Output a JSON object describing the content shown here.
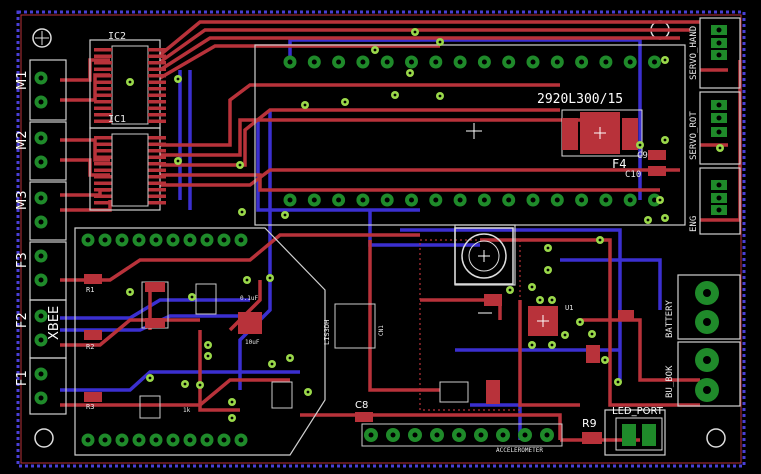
{
  "colors": {
    "background": "#000000",
    "top_trace": "#b8323a",
    "bottom_trace": "#3b2fd0",
    "pad": "#1f8a2a",
    "silkscreen": "#e8e8e8",
    "via": "#9ad84a",
    "outline": "#d0d0d0"
  },
  "connectors_left": [
    {
      "label": "M1",
      "name": "connector-m1"
    },
    {
      "label": "M2",
      "name": "connector-m2"
    },
    {
      "label": "M3",
      "name": "connector-m3"
    },
    {
      "label": "F3",
      "name": "connector-f3"
    },
    {
      "label": "F2",
      "name": "connector-f2"
    },
    {
      "label": "F1",
      "name": "connector-f1"
    }
  ],
  "connectors_right": [
    {
      "label": "SERVO_HAND",
      "name": "connector-servo-hand"
    },
    {
      "label": "SERVO_ROT",
      "name": "connector-servo-rot"
    },
    {
      "label": "ENG",
      "name": "connector-eng"
    },
    {
      "label": "BATTERY",
      "name": "connector-battery"
    },
    {
      "label": "BU_BOK",
      "name": "connector-bu-bok"
    }
  ],
  "labels": {
    "ic2": "IC2",
    "ic1": "IC1",
    "xbee": "XBEE",
    "fuse_part": "2920L300/15",
    "f4": "F4",
    "c9": "C9",
    "c10": "C10",
    "c8": "C8",
    "r1": "R1",
    "r2": "R2",
    "r3": "R3",
    "r9": "R9",
    "led_port": "LED_PORT",
    "accelerometer": "ACCELEROMETER",
    "chip_u": "LIS3DH",
    "chip_u_side": "CN1",
    "cap_small": "0.1uF",
    "cap_big": "10uF",
    "one_k": "1k",
    "mcu_label": "U1"
  }
}
